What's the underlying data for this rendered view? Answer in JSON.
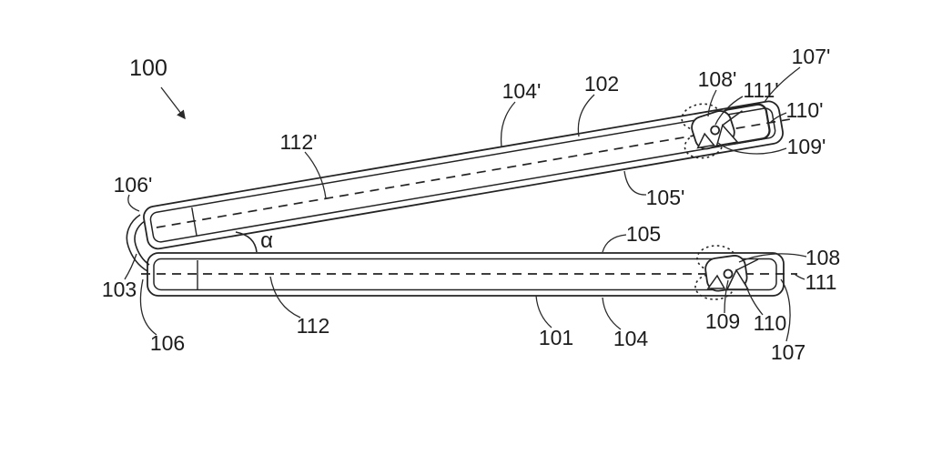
{
  "figure": {
    "colors": {
      "ink": "#242424",
      "background": "#ffffff"
    },
    "refs": {
      "n100": "100",
      "n101": "101",
      "n102": "102",
      "n103": "103",
      "n104": "104",
      "n104p": "104'",
      "n105": "105",
      "n105p": "105'",
      "n106": "106",
      "n106p": "106'",
      "n107": "107",
      "n107p": "107'",
      "n108": "108",
      "n108p": "108'",
      "n109": "109",
      "n109p": "109'",
      "n110": "110",
      "n110p": "110'",
      "n111": "111",
      "n111p": "111'",
      "n112": "112",
      "n112p": "112'",
      "alpha": "α"
    }
  }
}
